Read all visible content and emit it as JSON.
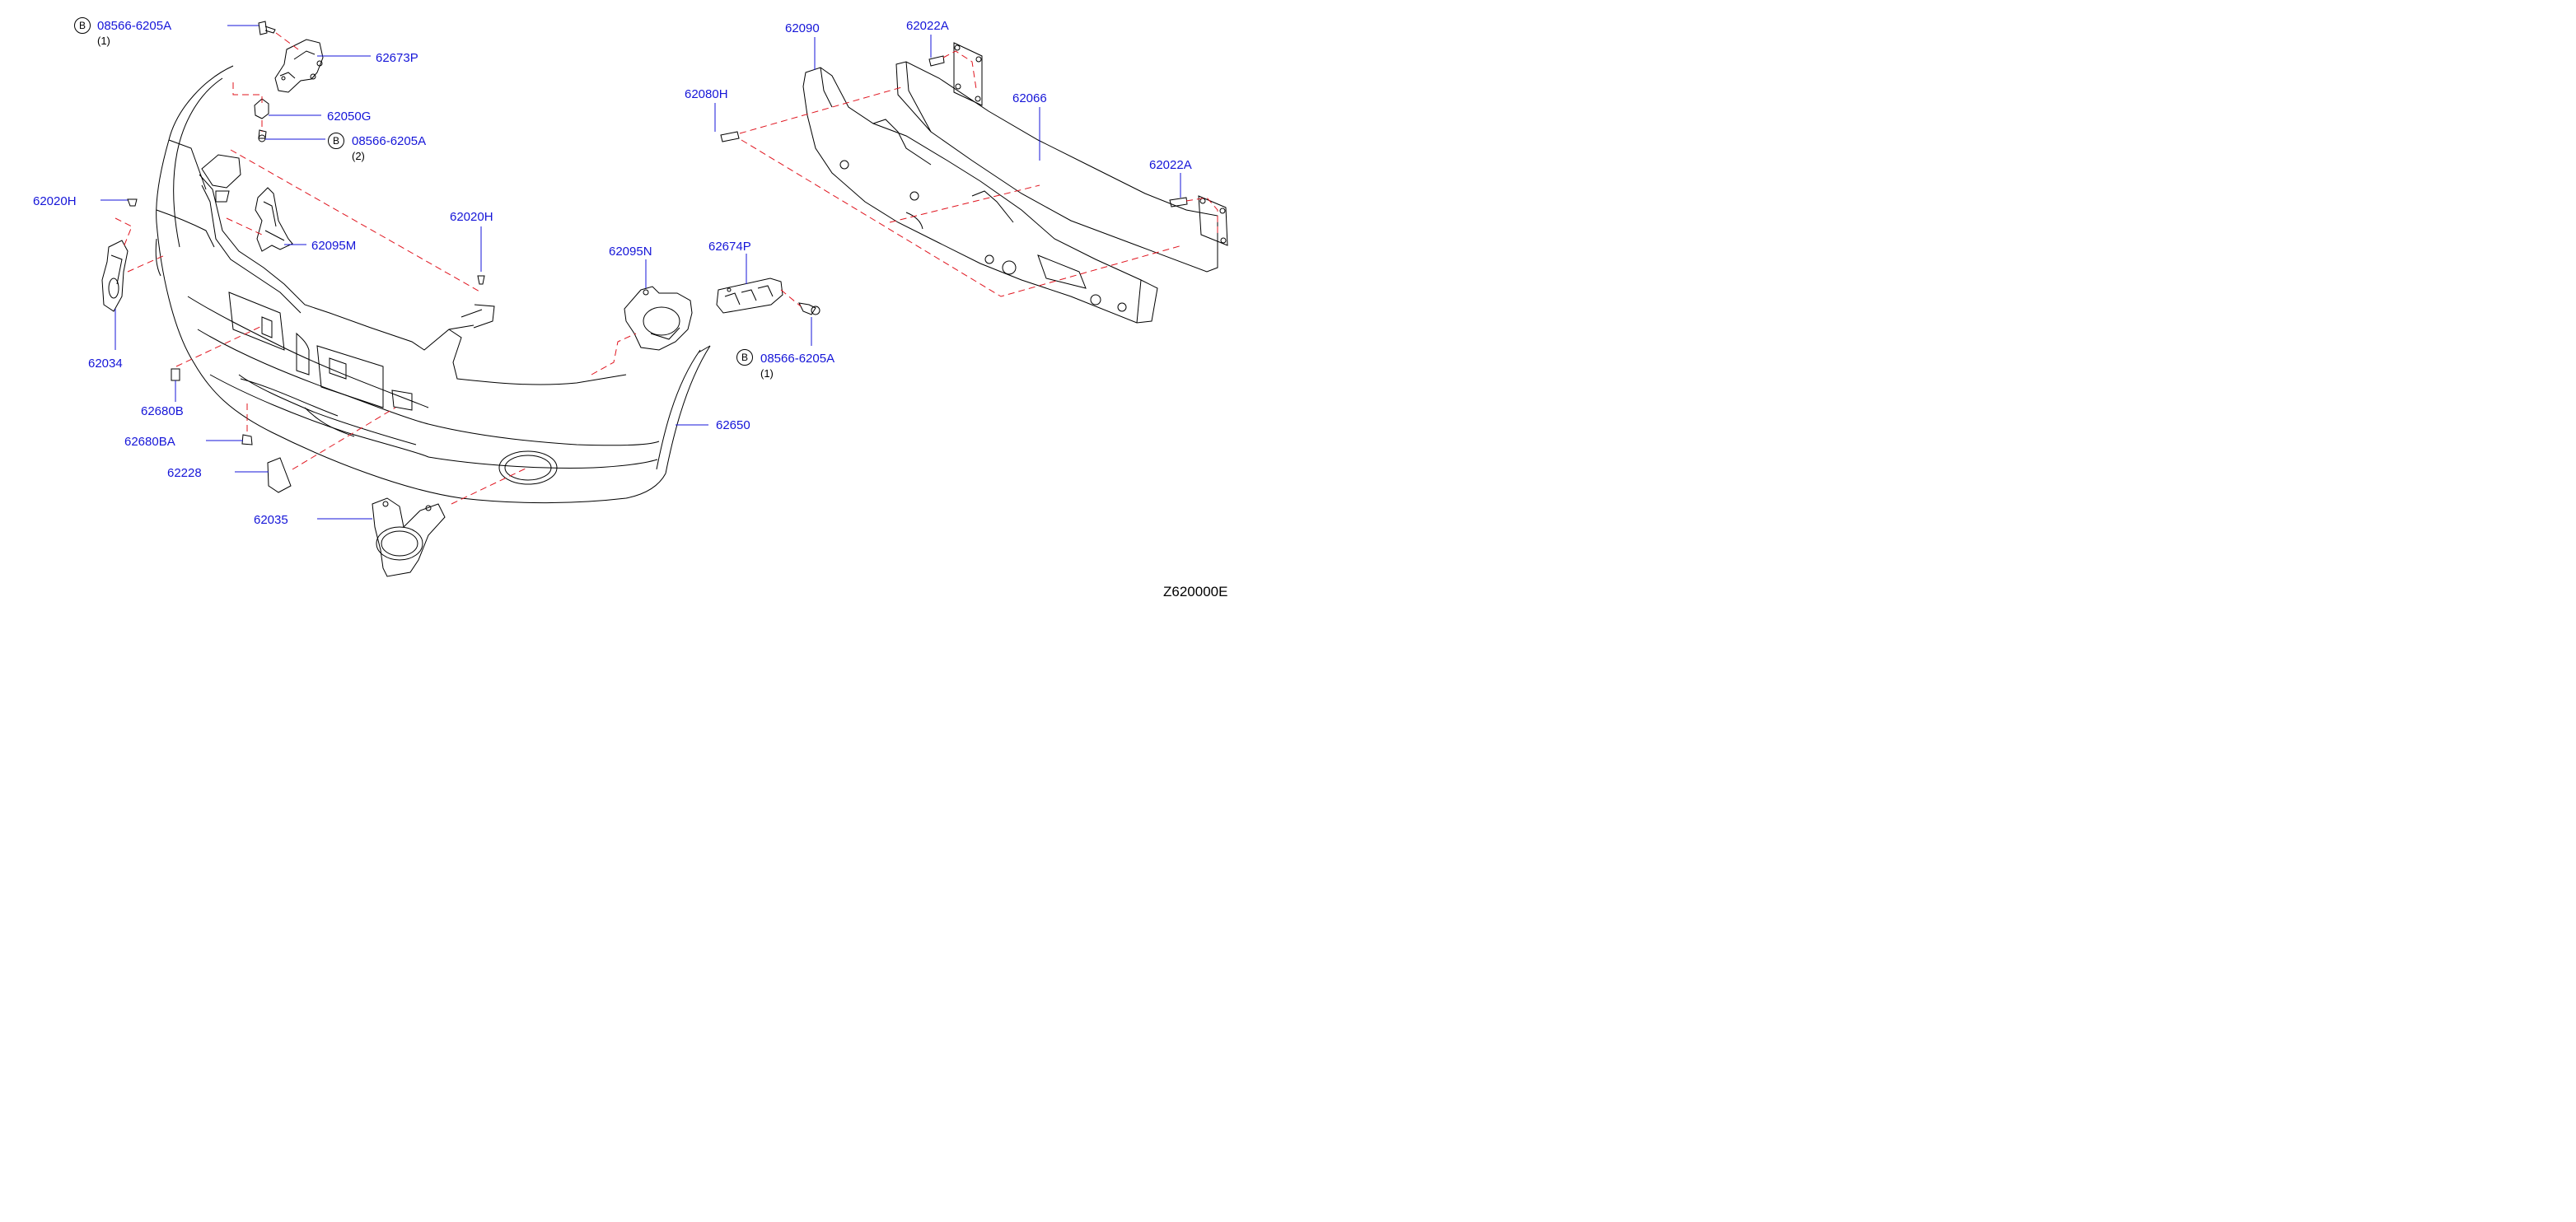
{
  "diagram": {
    "bolt_badge": "B",
    "drawing_code": "Z620000E",
    "labels": {
      "bolt_top": "08566-6205A",
      "bolt_top_qty": "(1)",
      "p62673P": "62673P",
      "p62050G": "62050G",
      "bolt_mid": "08566-6205A",
      "bolt_mid_qty": "(2)",
      "p62020H_left": "62020H",
      "p62095M": "62095M",
      "p62020H_center": "62020H",
      "p62034": "62034",
      "p62680B": "62680B",
      "p62680BA": "62680BA",
      "p62228": "62228",
      "p62035": "62035",
      "p62095N": "62095N",
      "p62674P": "62674P",
      "bolt_right": "08566-6205A",
      "bolt_right_qty": "(1)",
      "p62650": "62650",
      "p62090": "62090",
      "p62022A_top": "62022A",
      "p62080H": "62080H",
      "p62066": "62066",
      "p62022A_right": "62022A"
    },
    "colors": {
      "part_number": "#1515d8",
      "leader_dash": "#e0141e",
      "outline": "#000000"
    }
  }
}
